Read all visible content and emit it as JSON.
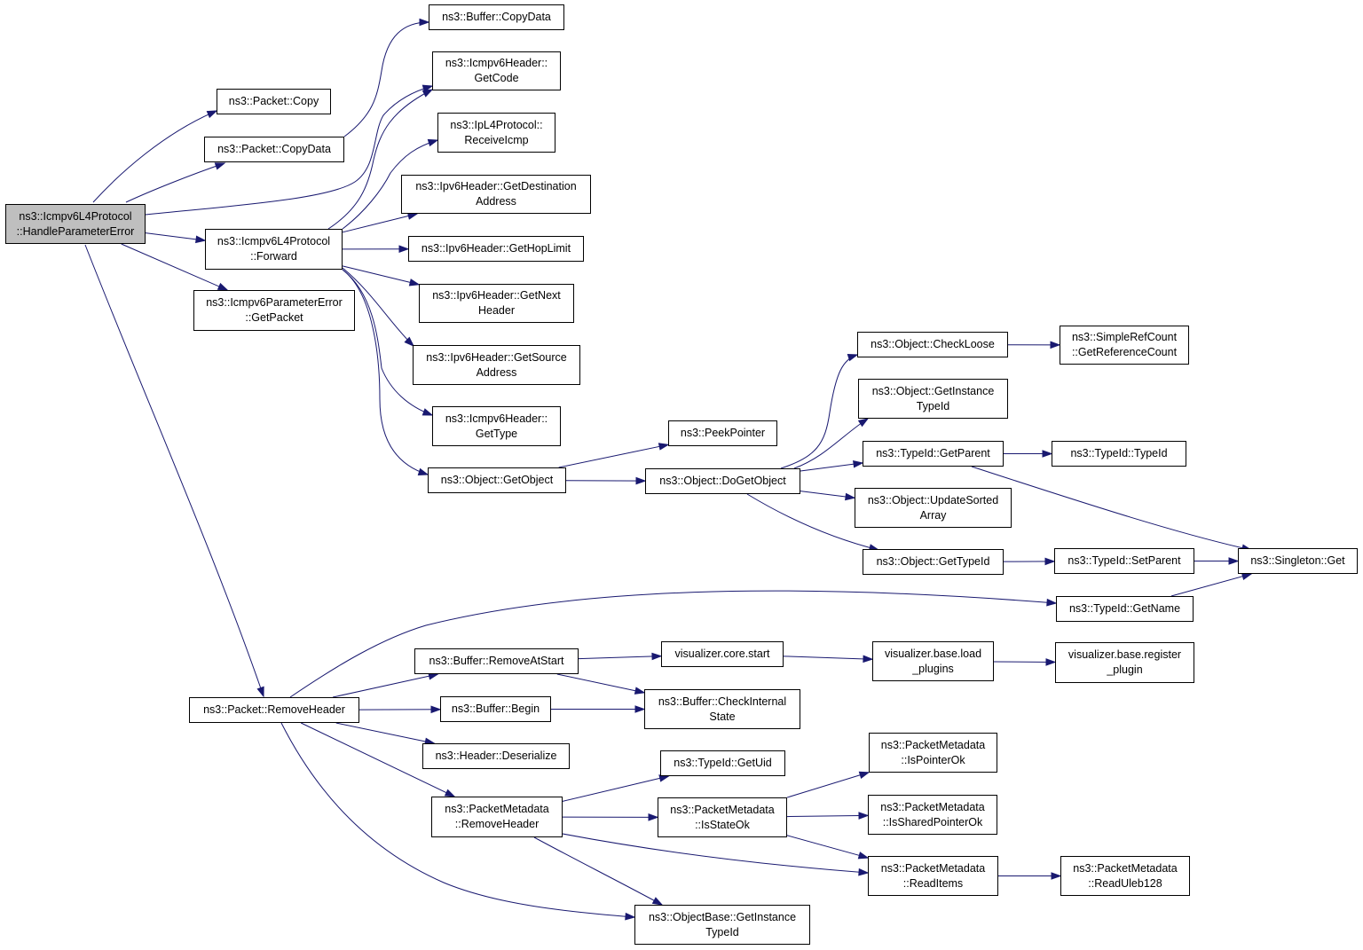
{
  "graph": {
    "root": "handle_parameter_error",
    "colors": {
      "edge": "#191970",
      "node_border": "#000000",
      "root_fill": "#bfbfbf",
      "node_fill": "#ffffff"
    },
    "nodes": [
      {
        "id": "handle_parameter_error",
        "lines": [
          "ns3::Icmpv6L4Protocol",
          "::HandleParameterError"
        ]
      },
      {
        "id": "packet_copy",
        "lines": [
          "ns3::Packet::Copy"
        ]
      },
      {
        "id": "packet_copydata",
        "lines": [
          "ns3::Packet::CopyData"
        ]
      },
      {
        "id": "buffer_copydata",
        "lines": [
          "ns3::Buffer::CopyData"
        ]
      },
      {
        "id": "icmpv6header_getcode",
        "lines": [
          "ns3::Icmpv6Header::",
          "GetCode"
        ]
      },
      {
        "id": "ipl4_receiveicmp",
        "lines": [
          "ns3::IpL4Protocol::",
          "ReceiveIcmp"
        ]
      },
      {
        "id": "ipv6_getdest",
        "lines": [
          "ns3::Ipv6Header::GetDestination",
          "Address"
        ]
      },
      {
        "id": "forward",
        "lines": [
          "ns3::Icmpv6L4Protocol",
          "::Forward"
        ]
      },
      {
        "id": "ipv6_gethoplimit",
        "lines": [
          "ns3::Ipv6Header::GetHopLimit"
        ]
      },
      {
        "id": "ipv6_getnext",
        "lines": [
          "ns3::Ipv6Header::GetNext",
          "Header"
        ]
      },
      {
        "id": "param_getpacket",
        "lines": [
          "ns3::Icmpv6ParameterError",
          "::GetPacket"
        ]
      },
      {
        "id": "ipv6_getsource",
        "lines": [
          "ns3::Ipv6Header::GetSource",
          "Address"
        ]
      },
      {
        "id": "icmpv6header_gettype",
        "lines": [
          "ns3::Icmpv6Header::",
          "GetType"
        ]
      },
      {
        "id": "object_getobject",
        "lines": [
          "ns3::Object::GetObject"
        ]
      },
      {
        "id": "peekpointer",
        "lines": [
          "ns3::PeekPointer"
        ]
      },
      {
        "id": "object_dogetobject",
        "lines": [
          "ns3::Object::DoGetObject"
        ]
      },
      {
        "id": "object_checkloose",
        "lines": [
          "ns3::Object::CheckLoose"
        ]
      },
      {
        "id": "simplerefcount",
        "lines": [
          "ns3::SimpleRefCount",
          "::GetReferenceCount"
        ]
      },
      {
        "id": "object_getinstancetypeid",
        "lines": [
          "ns3::Object::GetInstance",
          "TypeId"
        ]
      },
      {
        "id": "typeid_getparent",
        "lines": [
          "ns3::TypeId::GetParent"
        ]
      },
      {
        "id": "typeid_typeid",
        "lines": [
          "ns3::TypeId::TypeId"
        ]
      },
      {
        "id": "object_updatesorted",
        "lines": [
          "ns3::Object::UpdateSorted",
          "Array"
        ]
      },
      {
        "id": "object_gettypeid",
        "lines": [
          "ns3::Object::GetTypeId"
        ]
      },
      {
        "id": "typeid_setparent",
        "lines": [
          "ns3::TypeId::SetParent"
        ]
      },
      {
        "id": "singleton_get",
        "lines": [
          "ns3::Singleton::Get"
        ]
      },
      {
        "id": "typeid_getname",
        "lines": [
          "ns3::TypeId::GetName"
        ]
      },
      {
        "id": "buffer_removeatstart",
        "lines": [
          "ns3::Buffer::RemoveAtStart"
        ]
      },
      {
        "id": "viz_core_start",
        "lines": [
          "visualizer.core.start"
        ]
      },
      {
        "id": "viz_load_plugins",
        "lines": [
          "visualizer.base.load",
          "_plugins"
        ]
      },
      {
        "id": "viz_register_plugin",
        "lines": [
          "visualizer.base.register",
          "_plugin"
        ]
      },
      {
        "id": "packet_removeheader",
        "lines": [
          "ns3::Packet::RemoveHeader"
        ]
      },
      {
        "id": "buffer_begin",
        "lines": [
          "ns3::Buffer::Begin"
        ]
      },
      {
        "id": "buffer_checkinternal",
        "lines": [
          "ns3::Buffer::CheckInternal",
          "State"
        ]
      },
      {
        "id": "header_deserialize",
        "lines": [
          "ns3::Header::Deserialize"
        ]
      },
      {
        "id": "typeid_getuid",
        "lines": [
          "ns3::TypeId::GetUid"
        ]
      },
      {
        "id": "pm_ispointerok",
        "lines": [
          "ns3::PacketMetadata",
          "::IsPointerOk"
        ]
      },
      {
        "id": "pm_removeheader",
        "lines": [
          "ns3::PacketMetadata",
          "::RemoveHeader"
        ]
      },
      {
        "id": "pm_isstateok",
        "lines": [
          "ns3::PacketMetadata",
          "::IsStateOk"
        ]
      },
      {
        "id": "pm_issharedpointerok",
        "lines": [
          "ns3::PacketMetadata",
          "::IsSharedPointerOk"
        ]
      },
      {
        "id": "pm_readitems",
        "lines": [
          "ns3::PacketMetadata",
          "::ReadItems"
        ]
      },
      {
        "id": "pm_readuleb128",
        "lines": [
          "ns3::PacketMetadata",
          "::ReadUleb128"
        ]
      },
      {
        "id": "objectbase_getinstancetypeid",
        "lines": [
          "ns3::ObjectBase::GetInstance",
          "TypeId"
        ]
      }
    ],
    "edges": [
      [
        "handle_parameter_error",
        "packet_copy"
      ],
      [
        "handle_parameter_error",
        "packet_copydata"
      ],
      [
        "packet_copydata",
        "buffer_copydata"
      ],
      [
        "handle_parameter_error",
        "icmpv6header_getcode"
      ],
      [
        "handle_parameter_error",
        "forward"
      ],
      [
        "handle_parameter_error",
        "param_getpacket"
      ],
      [
        "handle_parameter_error",
        "packet_removeheader"
      ],
      [
        "forward",
        "icmpv6header_getcode"
      ],
      [
        "forward",
        "ipl4_receiveicmp"
      ],
      [
        "forward",
        "ipv6_getdest"
      ],
      [
        "forward",
        "ipv6_gethoplimit"
      ],
      [
        "forward",
        "ipv6_getnext"
      ],
      [
        "forward",
        "ipv6_getsource"
      ],
      [
        "forward",
        "icmpv6header_gettype"
      ],
      [
        "forward",
        "object_getobject"
      ],
      [
        "object_getobject",
        "peekpointer"
      ],
      [
        "object_getobject",
        "object_dogetobject"
      ],
      [
        "object_dogetobject",
        "object_checkloose"
      ],
      [
        "object_checkloose",
        "simplerefcount"
      ],
      [
        "object_dogetobject",
        "object_getinstancetypeid"
      ],
      [
        "object_dogetobject",
        "typeid_getparent"
      ],
      [
        "typeid_getparent",
        "typeid_typeid"
      ],
      [
        "typeid_getparent",
        "singleton_get"
      ],
      [
        "object_dogetobject",
        "object_updatesorted"
      ],
      [
        "object_dogetobject",
        "object_gettypeid"
      ],
      [
        "object_gettypeid",
        "typeid_setparent"
      ],
      [
        "typeid_setparent",
        "singleton_get"
      ],
      [
        "packet_removeheader",
        "typeid_getname"
      ],
      [
        "typeid_getname",
        "singleton_get"
      ],
      [
        "packet_removeheader",
        "buffer_removeatstart"
      ],
      [
        "buffer_removeatstart",
        "viz_core_start"
      ],
      [
        "viz_core_start",
        "viz_load_plugins"
      ],
      [
        "viz_load_plugins",
        "viz_register_plugin"
      ],
      [
        "buffer_removeatstart",
        "buffer_checkinternal"
      ],
      [
        "packet_removeheader",
        "buffer_begin"
      ],
      [
        "buffer_begin",
        "buffer_checkinternal"
      ],
      [
        "packet_removeheader",
        "header_deserialize"
      ],
      [
        "packet_removeheader",
        "pm_removeheader"
      ],
      [
        "packet_removeheader",
        "objectbase_getinstancetypeid"
      ],
      [
        "pm_removeheader",
        "typeid_getuid"
      ],
      [
        "pm_removeheader",
        "pm_isstateok"
      ],
      [
        "pm_removeheader",
        "pm_readitems"
      ],
      [
        "pm_removeheader",
        "objectbase_getinstancetypeid"
      ],
      [
        "pm_isstateok",
        "pm_ispointerok"
      ],
      [
        "pm_isstateok",
        "pm_issharedpointerok"
      ],
      [
        "pm_isstateok",
        "pm_readitems"
      ],
      [
        "pm_readitems",
        "pm_readuleb128"
      ]
    ]
  }
}
